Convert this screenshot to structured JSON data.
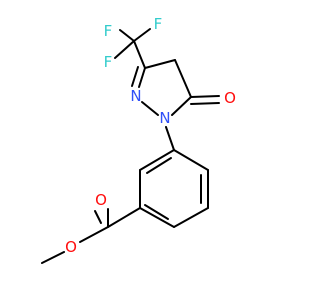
{
  "colors": {
    "carbon": "#000000",
    "fluorine": "#33cccc",
    "nitrogen": "#3050f8",
    "oxygen": "#ff0d0d",
    "background": "#ffffff"
  },
  "atoms": {
    "f1": "F",
    "f2": "F",
    "f3": "F",
    "n_ring": "N",
    "n_aryl": "N",
    "o_keto": "O",
    "o_carbonyl": "O",
    "o_ester": "O"
  }
}
